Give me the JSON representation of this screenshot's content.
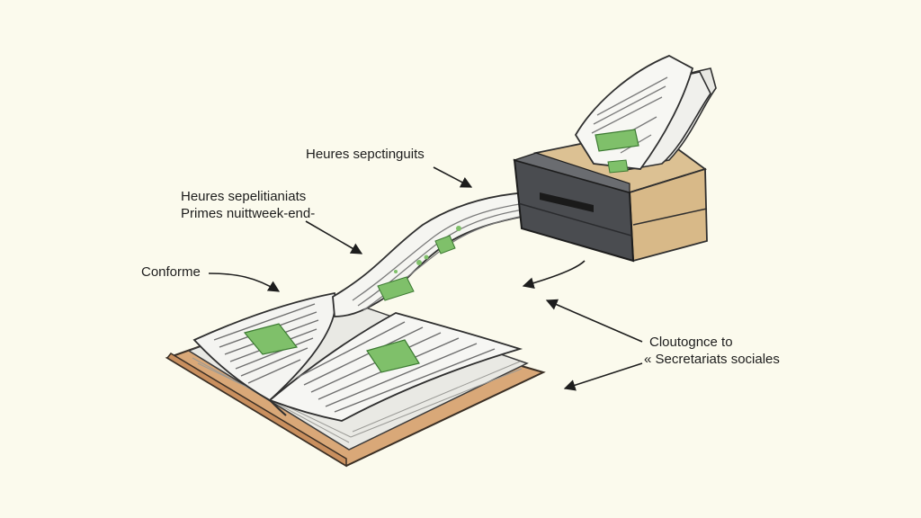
{
  "labels": {
    "top": "Heures sepctinguits",
    "middle_line1": "Heures sepelitianiats",
    "middle_line2": "Primes nuittweek-end-",
    "left": "Conforme",
    "right_line1": "Cloutognce to",
    "right_line2": "« Secretariats sociales"
  },
  "colors": {
    "background": "#fbfaed",
    "highlight": "#7fc06a",
    "box_front": "#4a4c50",
    "box_side": "#d8b988",
    "book_base": "#d9a878"
  }
}
